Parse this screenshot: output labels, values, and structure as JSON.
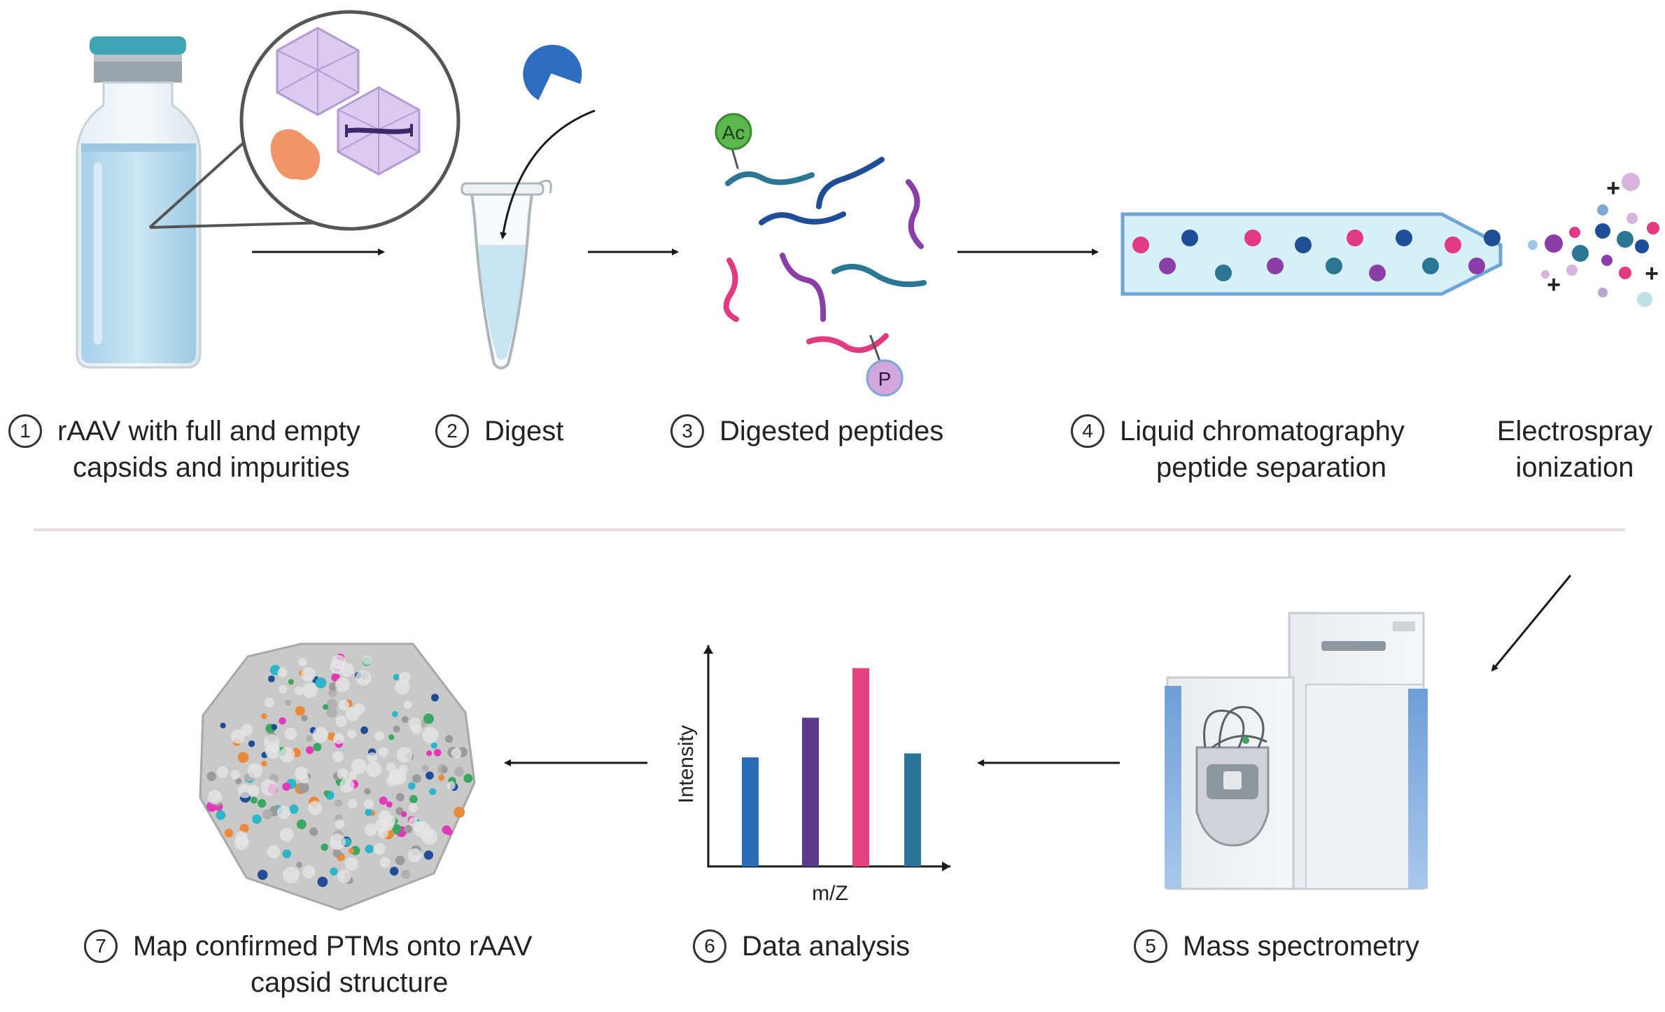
{
  "steps": [
    {
      "num": "1",
      "line1": "rAAV with full and empty",
      "line2": "capsids and impurities"
    },
    {
      "num": "2",
      "line1": "Digest",
      "line2": ""
    },
    {
      "num": "3",
      "line1": "Digested peptides",
      "line2": ""
    },
    {
      "num": "4",
      "line1": "Liquid chromatography",
      "line2": "peptide separation"
    },
    {
      "num": "",
      "line1": "Electrospray",
      "line2": "ionization"
    },
    {
      "num": "5",
      "line1": "Mass spectrometry",
      "line2": ""
    },
    {
      "num": "6",
      "line1": "Data analysis",
      "line2": ""
    },
    {
      "num": "7",
      "line1": "Map confirmed PTMs onto rAAV",
      "line2": "capsid structure"
    }
  ],
  "ptm_labels": {
    "acetyl": "Ac",
    "phospho": "P"
  },
  "spray_charge": "+",
  "chart_data": {
    "type": "bar",
    "xlabel": "m/Z",
    "ylabel": "Intensity",
    "categories": [
      "",
      "",
      "",
      ""
    ],
    "values": [
      0.55,
      0.75,
      1.0,
      0.57
    ],
    "colors": [
      "#2a6db5",
      "#5b3a8c",
      "#e0437e",
      "#2a7597"
    ],
    "ylim": [
      0,
      1.08
    ]
  },
  "colors": {
    "arrow": "#1a1a1a",
    "divider": "#e8dede",
    "vial_liquid": "#bcdcef",
    "vial_cap": "#3ea3b5",
    "capsid": "#d8c8ec",
    "impurity": "#f0956a",
    "enzyme": "#2e6cc0",
    "peptide_teal": "#2b7595",
    "peptide_navy": "#1f4e96",
    "peptide_purple": "#8a3ea7",
    "peptide_pink": "#e03a80",
    "ac_badge": "#5cb84e",
    "p_badge": "#d1a7dd",
    "column_fill": "#d7f0f8",
    "column_edge": "#6fa4d7"
  }
}
